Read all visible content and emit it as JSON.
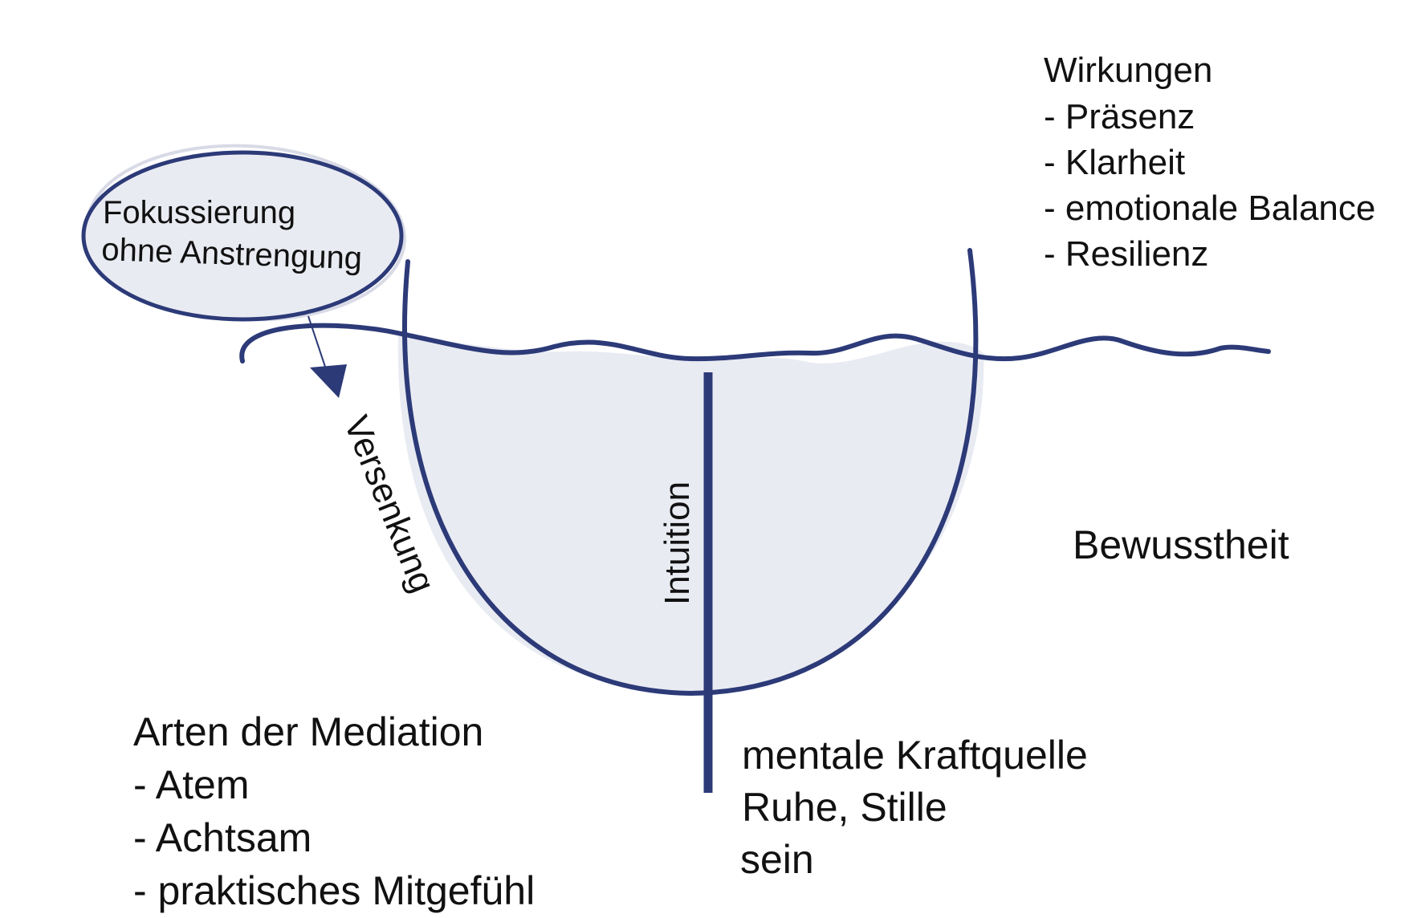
{
  "colors": {
    "stroke": "#2c3a78",
    "fill": "#e9ebf2",
    "text": "#111111",
    "background": "#ffffff"
  },
  "focus_bubble": {
    "line1": "Fokussierung",
    "line2": "ohne Anstrengung"
  },
  "effects": {
    "title": "Wirkungen",
    "items": [
      "- Präsenz",
      "- Klarheit",
      "- emotionale Balance",
      "- Resilienz"
    ]
  },
  "labels": {
    "immersion": "Versenkung",
    "intuition": "Intuition",
    "awareness": "Bewusstheit"
  },
  "meditation_types": {
    "title": "Arten der Mediation",
    "items": [
      "- Atem",
      "- Achtsam",
      "- praktisches Mitgefühl"
    ]
  },
  "source": {
    "line1": "mentale Kraftquelle",
    "line2": "Ruhe, Stille",
    "line3": "sein"
  }
}
